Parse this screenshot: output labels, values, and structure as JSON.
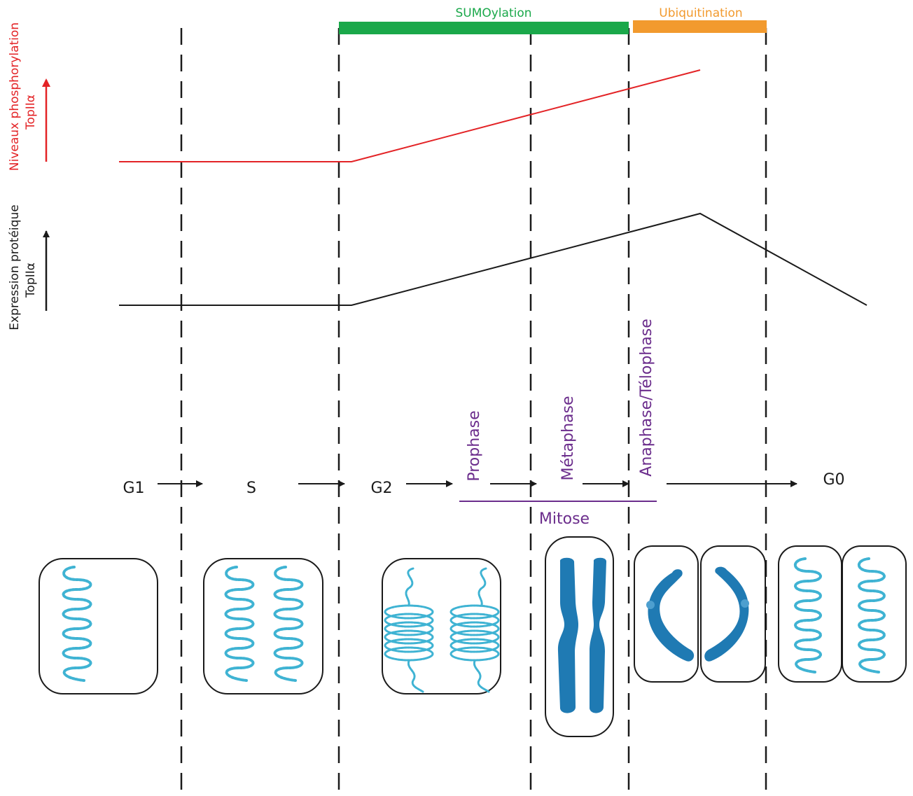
{
  "colors": {
    "phospho": "#e32326",
    "expression": "#1a1a1a",
    "sumo": "#1aa84a",
    "ubiq": "#f29a2e",
    "phase": "#6b2d8c",
    "chromatin": "#3fb3d3",
    "chromosome": "#1f7ab3"
  },
  "bars": {
    "sumoylation": "SUMOylation",
    "ubiquitination": "Ubiquitination"
  },
  "axes": {
    "phospho_line1": "Niveaux phosphorylation",
    "phospho_line2": "TopIIα",
    "expression_line1": "Expression protéique",
    "expression_line2": "TopIIα"
  },
  "phases": {
    "g1": "G1",
    "s": "S",
    "g2": "G2",
    "prophase": "Prophase",
    "metaphase": "Métaphase",
    "anaphase": "Anaphase/Télophase",
    "g0": "G0",
    "mitose": "Mitose"
  },
  "icons": {
    "chromatin": "chromatin-coil",
    "condensed": "condensing-chromatin",
    "chromosome": "metaphase-chromosome",
    "separated": "separated-chromatids"
  }
}
